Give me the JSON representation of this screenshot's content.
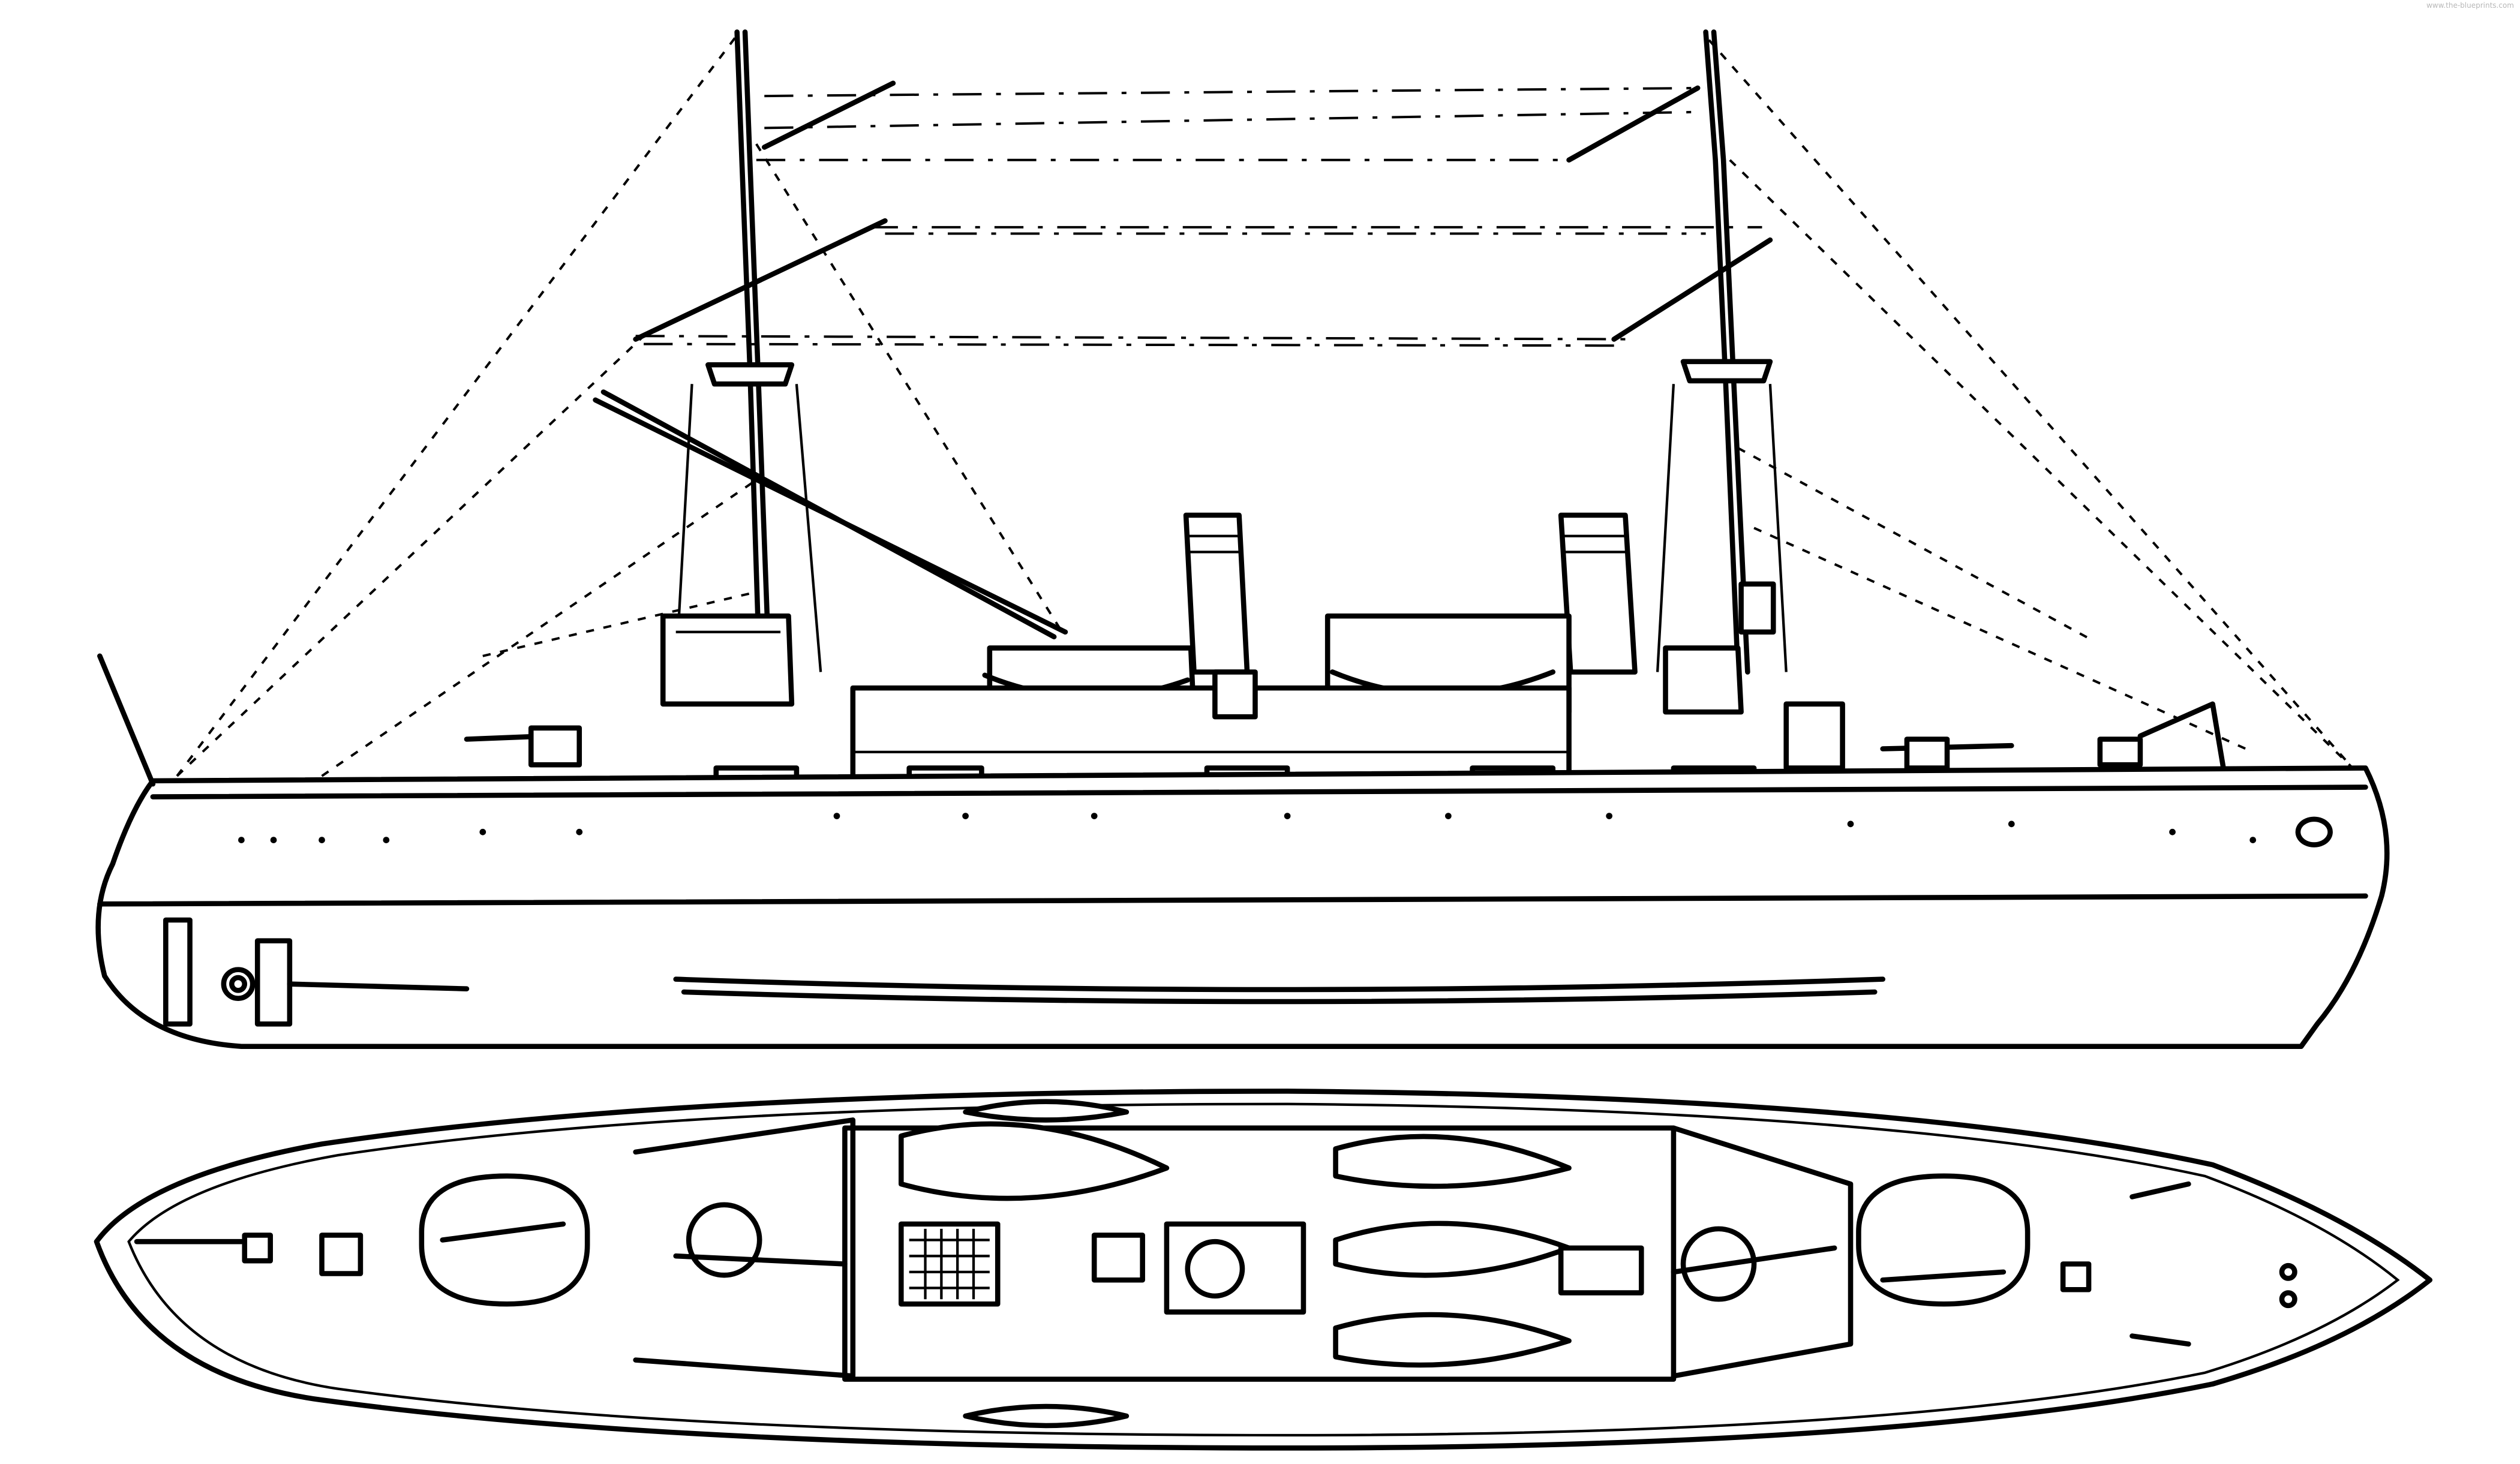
{
  "watermark": "www.the-blueprints.com",
  "views": [
    {
      "id": "side-elevation"
    },
    {
      "id": "plan-view"
    }
  ]
}
